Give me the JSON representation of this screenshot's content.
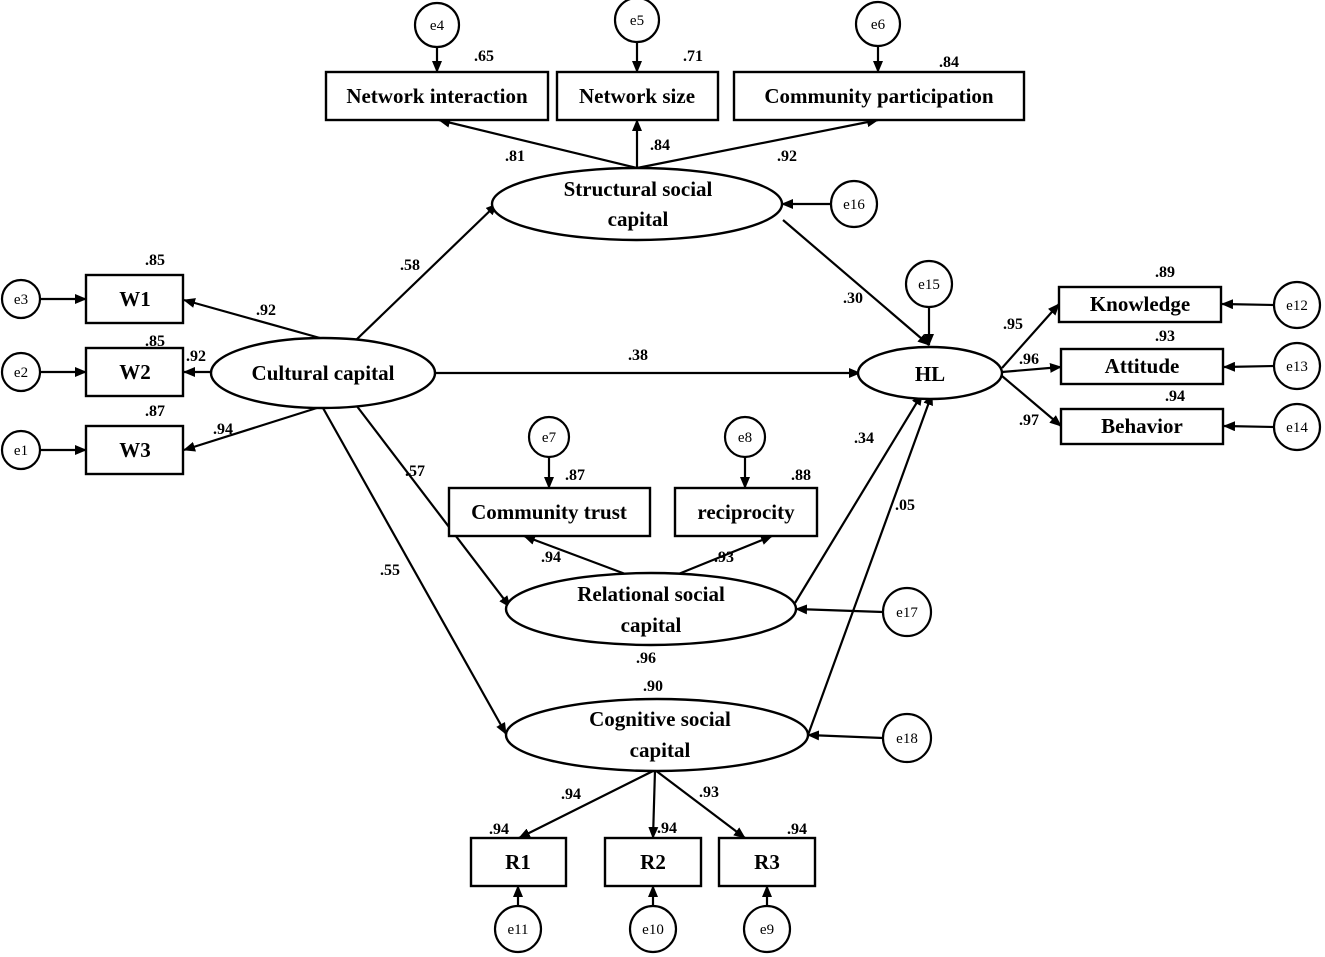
{
  "diagram": {
    "nodes": {
      "network_interaction": "Network interaction",
      "network_size": "Network size",
      "community_participation": "Community participation",
      "structural": [
        "Structural social",
        "capital"
      ],
      "cultural": "Cultural capital",
      "w1": "W1",
      "w2": "W2",
      "w3": "W3",
      "hl": "HL",
      "knowledge": "Knowledge",
      "attitude": "Attitude",
      "behavior": "Behavior",
      "community_trust": "Community trust",
      "reciprocity": "reciprocity",
      "relational": [
        "Relational social",
        "capital"
      ],
      "cognitive": [
        "Cognitive social",
        "capital"
      ],
      "r1": "R1",
      "r2": "R2",
      "r3": "R3"
    },
    "errors": {
      "e1": "e1",
      "e2": "e2",
      "e3": "e3",
      "e4": "e4",
      "e5": "e5",
      "e6": "e6",
      "e7": "e7",
      "e8": "e8",
      "e9": "e9",
      "e10": "e10",
      "e11": "e11",
      "e12": "e12",
      "e13": "e13",
      "e14": "e14",
      "e15": "e15",
      "e16": "e16",
      "e17": "e17",
      "e18": "e18"
    },
    "coefficients": {
      "r2_network_interaction": ".65",
      "r2_network_size": ".71",
      "r2_community_participation": ".84",
      "load_network_interaction": ".81",
      "load_network_size": ".84",
      "load_community_participation": ".92",
      "r2_w1": ".85",
      "r2_w2": ".85",
      "r2_w3": ".87",
      "load_w1": ".92",
      "load_w2": ".92",
      "load_w3": ".94",
      "path_cultural_structural": ".58",
      "path_structural_hl": ".30",
      "path_cultural_hl": ".38",
      "path_cultural_relational": ".57",
      "path_cultural_cognitive": ".55",
      "path_relational_hl": ".34",
      "path_cognitive_hl": ".05",
      "r2_knowledge": ".89",
      "r2_attitude": ".93",
      "r2_behavior": ".94",
      "load_knowledge": ".95",
      "load_attitude": ".96",
      "load_behavior": ".97",
      "r2_community_trust": ".87",
      "r2_reciprocity": ".88",
      "load_community_trust": ".94",
      "load_reciprocity": ".93",
      "r2_relational": ".96",
      "r2_cognitive": ".90",
      "load_r1": ".94",
      "load_r3": ".93",
      "r2_r1": ".94",
      "r2_r2": ".94",
      "r2_r3": ".94"
    }
  }
}
